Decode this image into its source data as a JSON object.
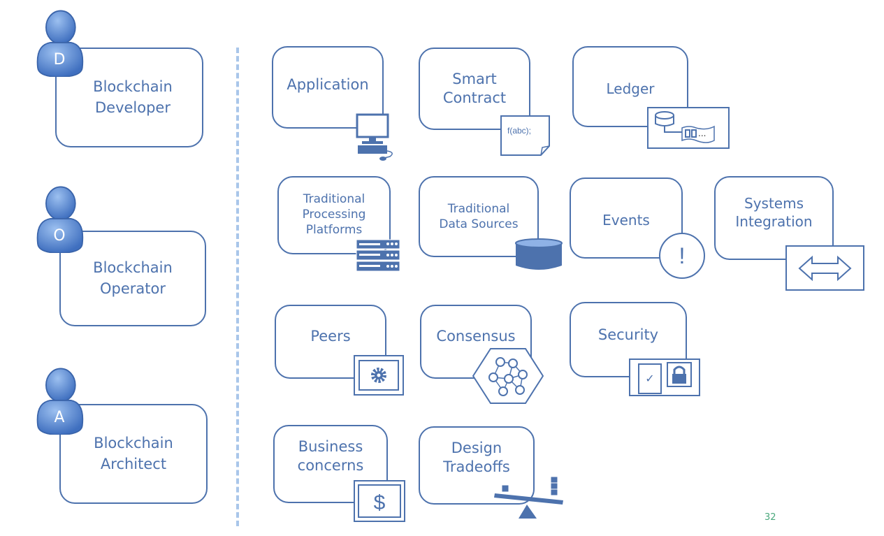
{
  "roles": [
    {
      "initial": "D",
      "label": "Blockchain\nDeveloper"
    },
    {
      "initial": "O",
      "label": "Blockchain\nOperator"
    },
    {
      "initial": "A",
      "label": "Blockchain\nArchitect"
    }
  ],
  "components": {
    "application": "Application",
    "smart_contract": "Smart\nContract",
    "smart_contract_code": "f(abc);",
    "ledger": "Ledger",
    "ledger_ellipsis": "...",
    "traditional_processing": "Traditional\nProcessing\nPlatforms",
    "traditional_data": "Traditional\nData Sources",
    "events": "Events",
    "events_symbol": "!",
    "systems_integration": "Systems\nIntegration",
    "peers": "Peers",
    "consensus": "Consensus",
    "security": "Security",
    "security_check": "✓",
    "business": "Business\nconcerns",
    "business_symbol": "$",
    "design": "Design\nTradeoffs"
  },
  "page_number": "32",
  "colors": {
    "accent": "#4d72ad",
    "divider": "#a9c6ea",
    "page_number": "#4aa87c"
  }
}
